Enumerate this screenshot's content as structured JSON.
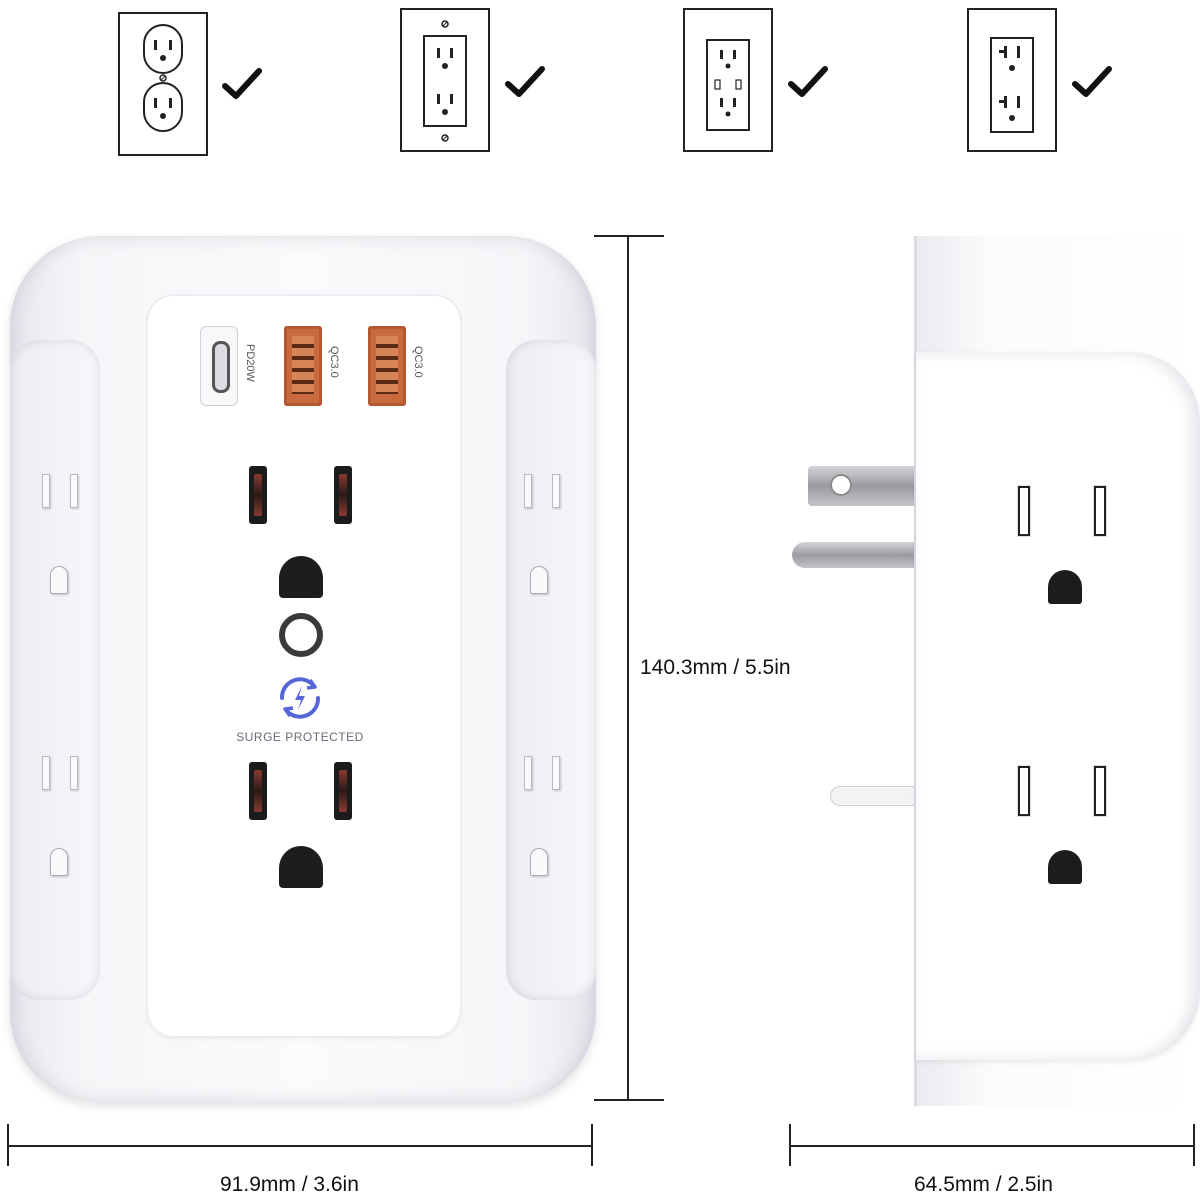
{
  "dimensions": {
    "height_label": "140.3mm / 5.5in",
    "width_label": "91.9mm / 3.6in",
    "depth_label": "64.5mm / 2.5in"
  },
  "front_panel": {
    "usb_c_label": "PD20W",
    "usb_a1_label": "QC3.0",
    "usb_a2_label": "QC3.0",
    "surge_label": "SURGE PROTECTED"
  },
  "compatible_outlets": [
    {
      "name": "duplex-outlet",
      "checked": true
    },
    {
      "name": "duplex-outlet-screws",
      "checked": true
    },
    {
      "name": "usb-outlet",
      "checked": true
    },
    {
      "name": "t-slot-outlet",
      "checked": true
    }
  ],
  "colors": {
    "usb_a_port": "#c96a3e",
    "surge_icon": "#5566d8",
    "line": "#222222"
  }
}
